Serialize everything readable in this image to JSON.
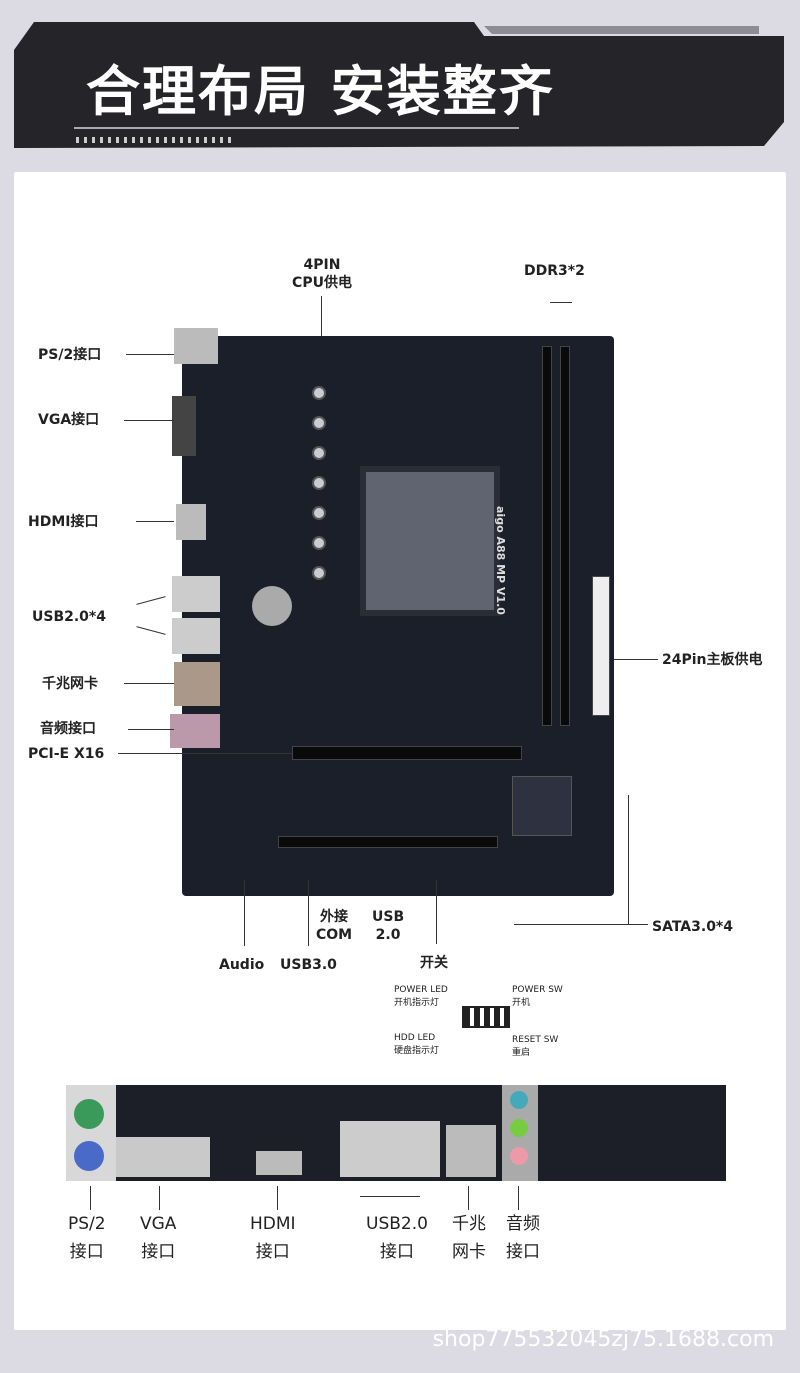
{
  "title": "合理布局  安装整齐",
  "board_model": "aigo A88 MP V1.0",
  "labels": {
    "cpu_power": [
      "4PIN",
      "CPU供电"
    ],
    "ddr": "DDR3*2",
    "ps2": "PS/2接口",
    "vga": "VGA接口",
    "hdmi": "HDMI接口",
    "usb": "USB2.0*4",
    "lan": "千兆网卡",
    "audio": "音频接口",
    "pcie": "PCI-E X16",
    "atx24": "24Pin主板供电",
    "sata": "SATA3.0*4",
    "com": [
      "外接",
      "COM"
    ],
    "usb2": [
      "USB",
      "2.0"
    ],
    "audio_hdr": "Audio",
    "usb3": "USB3.0",
    "switch": "开关"
  },
  "panel_header": {
    "power_led": [
      "POWER LED",
      "开机指示灯"
    ],
    "power_sw": [
      "POWER SW",
      "开机"
    ],
    "hdd_led": [
      "HDD LED",
      "硬盘指示灯"
    ],
    "reset_sw": [
      "RESET SW",
      "重启"
    ]
  },
  "io_labels": [
    [
      "PS/2",
      "接口"
    ],
    [
      "VGA",
      "接口"
    ],
    [
      "HDMI",
      "接口"
    ],
    [
      "USB2.0",
      "接口"
    ],
    [
      "千兆",
      "网卡"
    ],
    [
      "音频",
      "接口"
    ]
  ],
  "watermark": "shop775532045zj75.1688.com"
}
